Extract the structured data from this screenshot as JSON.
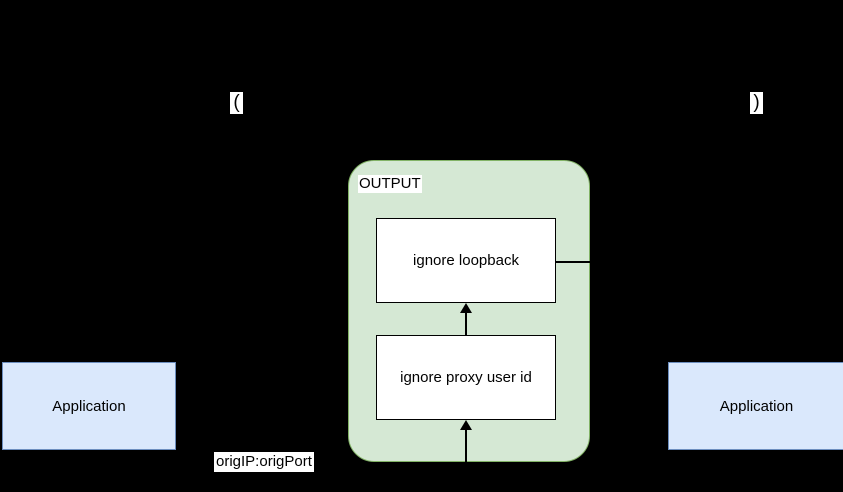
{
  "diagram": {
    "background_color": "#000000",
    "title": "",
    "markers": [
      {
        "name": "open-paren-marker",
        "text": "("
      },
      {
        "name": "close-paren-marker",
        "text": ")"
      }
    ],
    "app_left": {
      "label": "Application",
      "fill": "#dae8fc",
      "stroke": "#6c8ebf"
    },
    "app_right": {
      "label": "Application",
      "fill": "#dae8fc",
      "stroke": "#6c8ebf"
    },
    "output_group": {
      "label": "OUTPUT",
      "fill": "#d5e8d4",
      "stroke": "#82b366"
    },
    "process_top": {
      "label": "ignore loopback",
      "fill": "#ffffff",
      "stroke": "#000000"
    },
    "process_bottom": {
      "label": "ignore proxy user id",
      "fill": "#ffffff",
      "stroke": "#000000"
    },
    "edge_label_orig": {
      "label": "origIP:origPort"
    }
  }
}
